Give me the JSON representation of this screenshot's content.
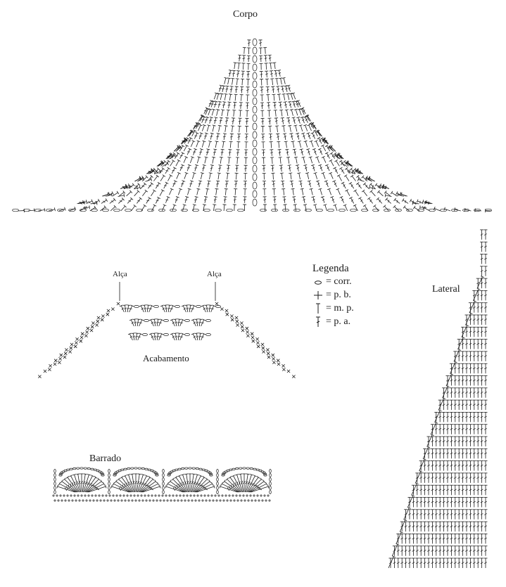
{
  "sections": {
    "corpo_title": "Corpo",
    "acabamento_title": "Acabamento",
    "barrado_title": "Barrado",
    "lateral_title": "Lateral",
    "alca_left": "Alça",
    "alca_right": "Alça"
  },
  "legend": {
    "title": "Legenda",
    "items": [
      {
        "symbol": "chain-stitch-icon",
        "text": "= corr."
      },
      {
        "symbol": "single-crochet-icon",
        "text": "= p. b."
      },
      {
        "symbol": "half-double-crochet-icon",
        "text": "= m. p."
      },
      {
        "symbol": "double-crochet-icon",
        "text": "= p. a."
      }
    ]
  },
  "colors": {
    "ink": "#1a1a1a",
    "background": "#ffffff"
  }
}
